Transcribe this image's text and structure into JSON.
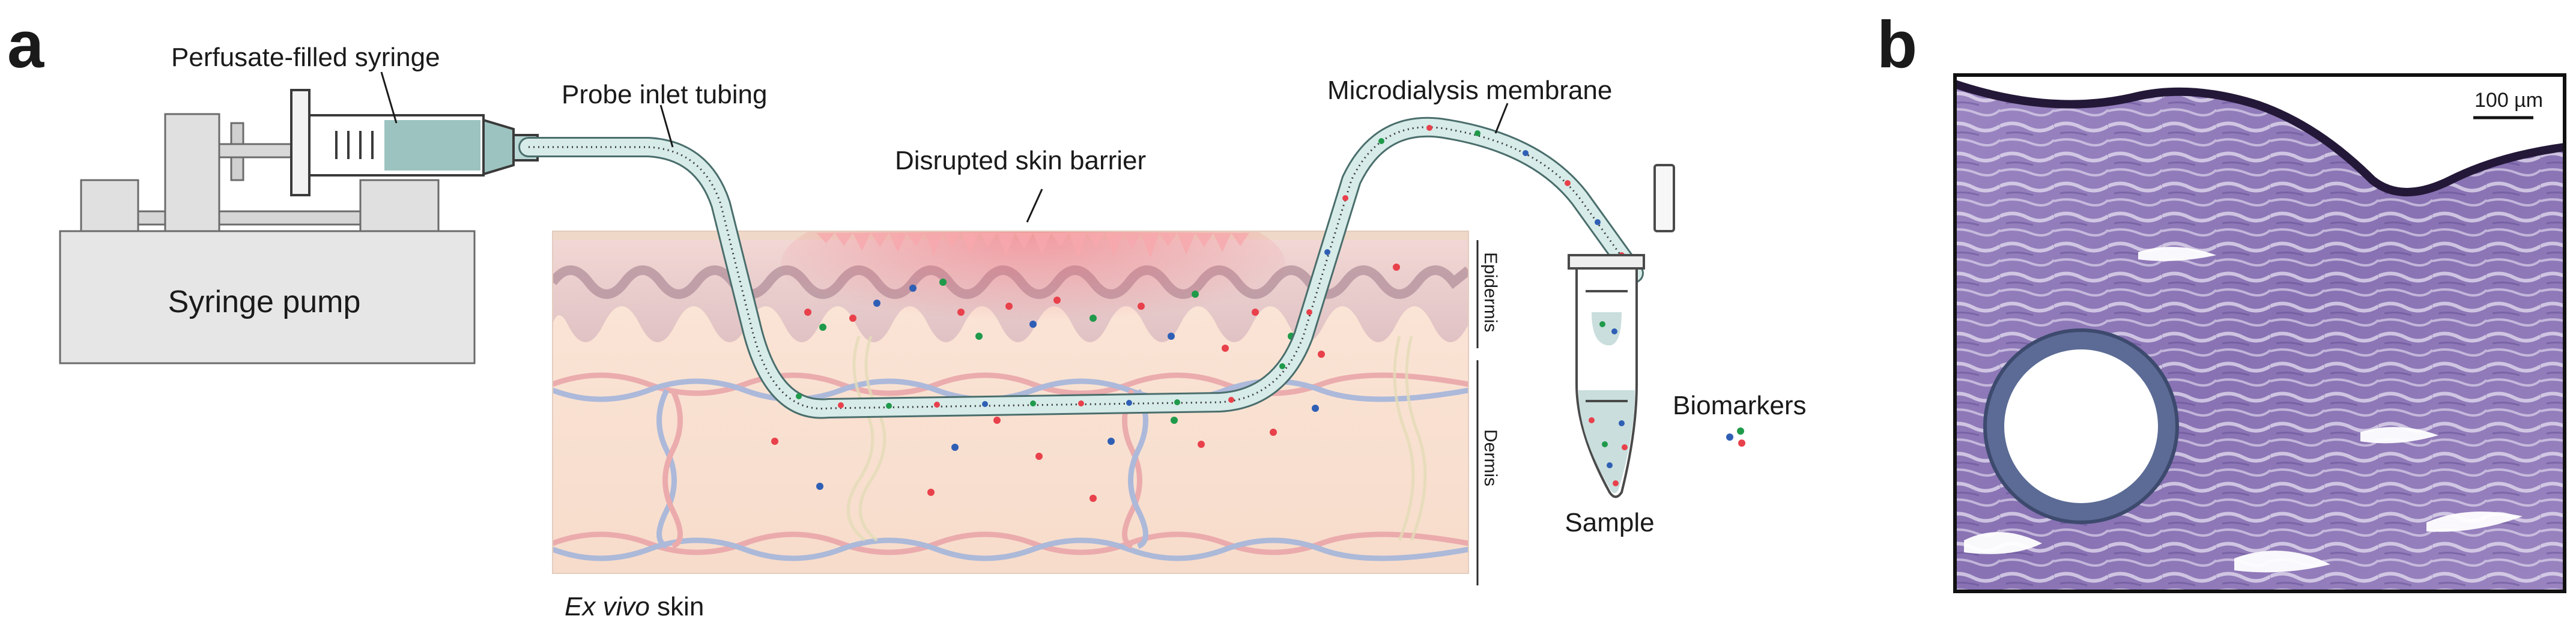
{
  "panels": {
    "a": {
      "letter": "a"
    },
    "b": {
      "letter": "b"
    }
  },
  "labels": {
    "syringe": "Perfusate-filled syringe",
    "pump": "Syringe pump",
    "tubing": "Probe inlet tubing",
    "barrier": "Disrupted skin barrier",
    "membrane": "Microdialysis membrane",
    "epidermis": "Epidermis",
    "dermis": "Dermis",
    "biomarkers": "Biomarkers",
    "sample": "Sample",
    "skin_italic": "Ex vivo",
    "skin_rest": " skin",
    "scale": "100 µm"
  },
  "colors": {
    "biomarker_red": "#e8414b",
    "biomarker_green": "#1f9a4a",
    "biomarker_blue": "#2f5fb5",
    "tissue_purple": "#8a70b4",
    "tubing": "#cfe6e4"
  }
}
